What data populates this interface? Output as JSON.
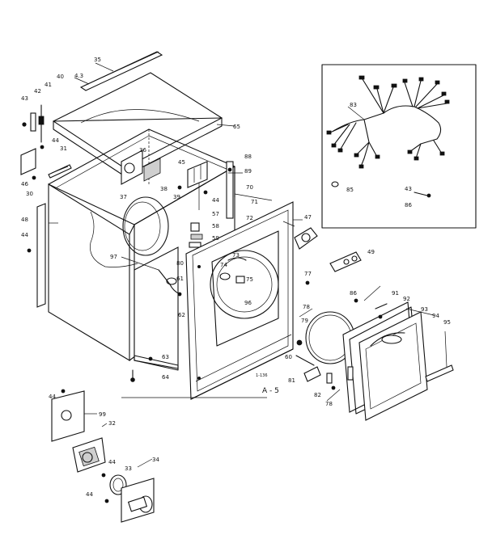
{
  "callouts": [
    {
      "id": "c35",
      "text": "35"
    },
    {
      "id": "c43a",
      "text": "43"
    },
    {
      "id": "c43b",
      "text": "4.3"
    },
    {
      "id": "c42",
      "text": "42"
    },
    {
      "id": "c41",
      "text": "41"
    },
    {
      "id": "c40",
      "text": "40"
    },
    {
      "id": "c65",
      "text": "65"
    },
    {
      "id": "c44a",
      "text": "44"
    },
    {
      "id": "c31",
      "text": "31"
    },
    {
      "id": "c36",
      "text": "36"
    },
    {
      "id": "c45",
      "text": "45"
    },
    {
      "id": "c88",
      "text": "88"
    },
    {
      "id": "c89",
      "text": "89"
    },
    {
      "id": "c46",
      "text": "46"
    },
    {
      "id": "c30",
      "text": "30"
    },
    {
      "id": "c38",
      "text": "38"
    },
    {
      "id": "c39",
      "text": "39"
    },
    {
      "id": "c44b",
      "text": "44"
    },
    {
      "id": "c70",
      "text": "70"
    },
    {
      "id": "c71",
      "text": "71"
    },
    {
      "id": "c37",
      "text": "37"
    },
    {
      "id": "c48",
      "text": "48"
    },
    {
      "id": "c57",
      "text": "57"
    },
    {
      "id": "c58",
      "text": "58"
    },
    {
      "id": "c59",
      "text": "59"
    },
    {
      "id": "c72",
      "text": "72"
    },
    {
      "id": "c44c",
      "text": "44"
    },
    {
      "id": "c97",
      "text": "97"
    },
    {
      "id": "c80",
      "text": "80"
    },
    {
      "id": "c61",
      "text": "61"
    },
    {
      "id": "c62",
      "text": "62"
    },
    {
      "id": "c74",
      "text": "74"
    },
    {
      "id": "c73",
      "text": "73"
    },
    {
      "id": "c75",
      "text": "75"
    },
    {
      "id": "c96",
      "text": "96"
    },
    {
      "id": "c47",
      "text": "47"
    },
    {
      "id": "c49",
      "text": "49"
    },
    {
      "id": "c77",
      "text": "77"
    },
    {
      "id": "c86",
      "text": "86"
    },
    {
      "id": "c91",
      "text": "91"
    },
    {
      "id": "c92",
      "text": "92"
    },
    {
      "id": "c93",
      "text": "93"
    },
    {
      "id": "c94",
      "text": "94"
    },
    {
      "id": "c95",
      "text": "95"
    },
    {
      "id": "c78a",
      "text": "78"
    },
    {
      "id": "c79",
      "text": "79"
    },
    {
      "id": "c60",
      "text": "60"
    },
    {
      "id": "c81",
      "text": "81"
    },
    {
      "id": "c82",
      "text": "82"
    },
    {
      "id": "c78b",
      "text": "78"
    },
    {
      "id": "c63",
      "text": "63"
    },
    {
      "id": "c64",
      "text": "64"
    },
    {
      "id": "c44d",
      "text": "44"
    },
    {
      "id": "c99",
      "text": "99"
    },
    {
      "id": "c32",
      "text": "32"
    },
    {
      "id": "c44e",
      "text": "44"
    },
    {
      "id": "c33",
      "text": "33"
    },
    {
      "id": "c34",
      "text": "34"
    },
    {
      "id": "c44f",
      "text": "44"
    },
    {
      "id": "c83",
      "text": "83"
    },
    {
      "id": "c85",
      "text": "85"
    },
    {
      "id": "c43c",
      "text": "43"
    },
    {
      "id": "c86b",
      "text": "86"
    }
  ],
  "figure_label": "A - 5",
  "small_code": "1-136"
}
